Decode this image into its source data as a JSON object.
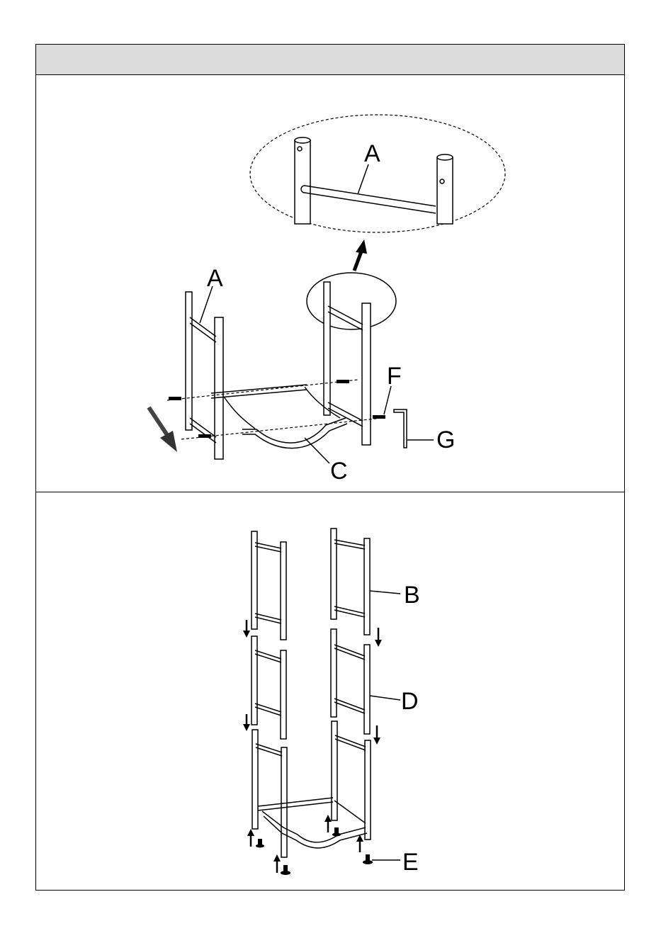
{
  "step1": {
    "labels": {
      "zoom_a": "A",
      "frame_a": "A",
      "c": "C",
      "f": "F",
      "g": "G"
    }
  },
  "step2": {
    "labels": {
      "b": "B",
      "d": "D",
      "e": "E"
    }
  }
}
